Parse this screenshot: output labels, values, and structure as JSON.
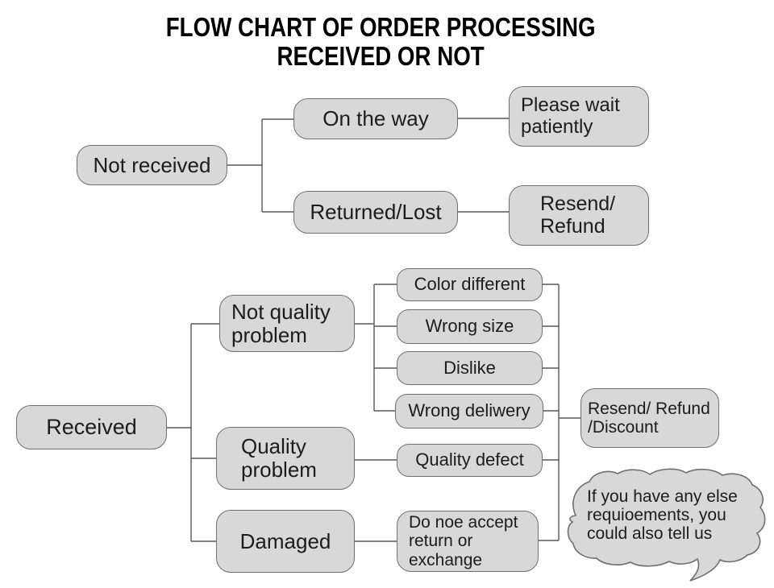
{
  "title": {
    "line1": "FLOW CHART OF ORDER PROCESSING",
    "line2": "RECEIVED OR NOT"
  },
  "colors": {
    "background": "#ffffff",
    "node_fill": "#d8d8d8",
    "node_border": "#6f6f6f",
    "connector": "#595959",
    "text": "#1c1c1c",
    "title_text": "#000000"
  },
  "nodes": {
    "not_received": {
      "label": "Not received"
    },
    "on_the_way": {
      "label": "On the way"
    },
    "returned_lost": {
      "label": "Returned/Lost"
    },
    "please_wait": {
      "lines": [
        "Please wait",
        "patiently"
      ]
    },
    "resend_refund": {
      "lines": [
        "Resend/",
        "Refund"
      ]
    },
    "received": {
      "label": "Received"
    },
    "not_quality_problem": {
      "lines": [
        "Not quality",
        "problem"
      ]
    },
    "quality_problem": {
      "lines": [
        "Quality",
        "problem"
      ]
    },
    "damaged": {
      "label": "Damaged"
    },
    "color_different": {
      "label": "Color different"
    },
    "wrong_size": {
      "label": "Wrong size"
    },
    "dislike": {
      "label": "Dislike"
    },
    "wrong_deliwery": {
      "label": "Wrong deliwery"
    },
    "quality_defect": {
      "label": "Quality defect"
    },
    "do_noe_accept": {
      "lines": [
        "Do noe accept",
        "return or",
        "exchange"
      ]
    },
    "resend_refund_discount": {
      "lines": [
        "Resend/ Refund",
        "/Discount"
      ]
    }
  },
  "speech_bubble": {
    "lines": [
      "If you have any else",
      "requioements, you",
      "could also tell us"
    ]
  }
}
